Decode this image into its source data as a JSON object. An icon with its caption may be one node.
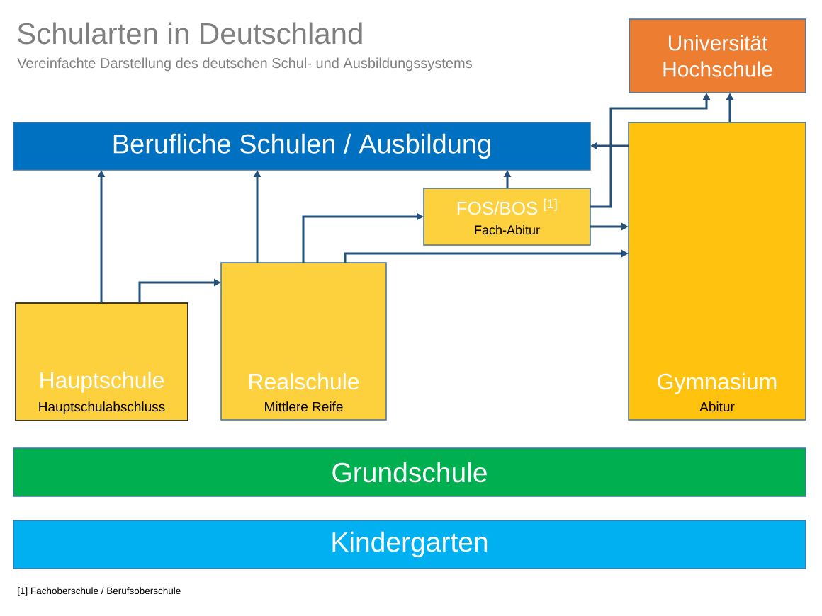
{
  "diagram": {
    "title": "Schularten in Deutschland",
    "nodes": [
      {
        "text": [
          "Universität Hochschule"
        ]
      },
      {
        "text": [
          "Berufliche Schulen / Ausbildung"
        ]
      },
      {
        "text": [
          "FOS/BOS $^{[1]}$",
          "Fach-Abitur"
        ]
      },
      {
        "text": [
          "Hauptschule",
          "Hauptschulabschluss"
        ]
      },
      {
        "text": [
          "Realschule",
          "Mittlere Reife"
        ]
      },
      {
        "text": [
          "Gymnasium",
          "Abitur"
        ]
      },
      {
        "text": [
          "Grundschule"
        ]
      },
      {
        "text": [
          "Kindergarten"
        ]
      }
    ],
    "edges": [
      {
        "from": 3,
        "to": 1,
        "arrow": "to"
      },
      {
        "from": 3,
        "to": 4,
        "arrow": "to"
      },
      {
        "from": 4,
        "to": 1,
        "arrow": "to"
      },
      {
        "from": 4,
        "to": 2,
        "arrow": "to"
      },
      {
        "from": 4,
        "to": 5,
        "arrow": "to"
      },
      {
        "from": 2,
        "to": 1,
        "arrow": "to"
      },
      {
        "from": 2,
        "to": 0,
        "arrow": "to"
      },
      {
        "from": 2,
        "to": 5,
        "arrow": "to"
      },
      {
        "from": 5,
        "to": 1,
        "arrow": "to"
      },
      {
        "from": 5,
        "to": 0,
        "arrow": "to"
      }
    ],
    "labels": [
      "Vereinfachte Darstellung des deutschen Schul- und Ausbildungssystems",
      "[1] Fachoberschule / Berufsoberschule"
    ]
  }
}
